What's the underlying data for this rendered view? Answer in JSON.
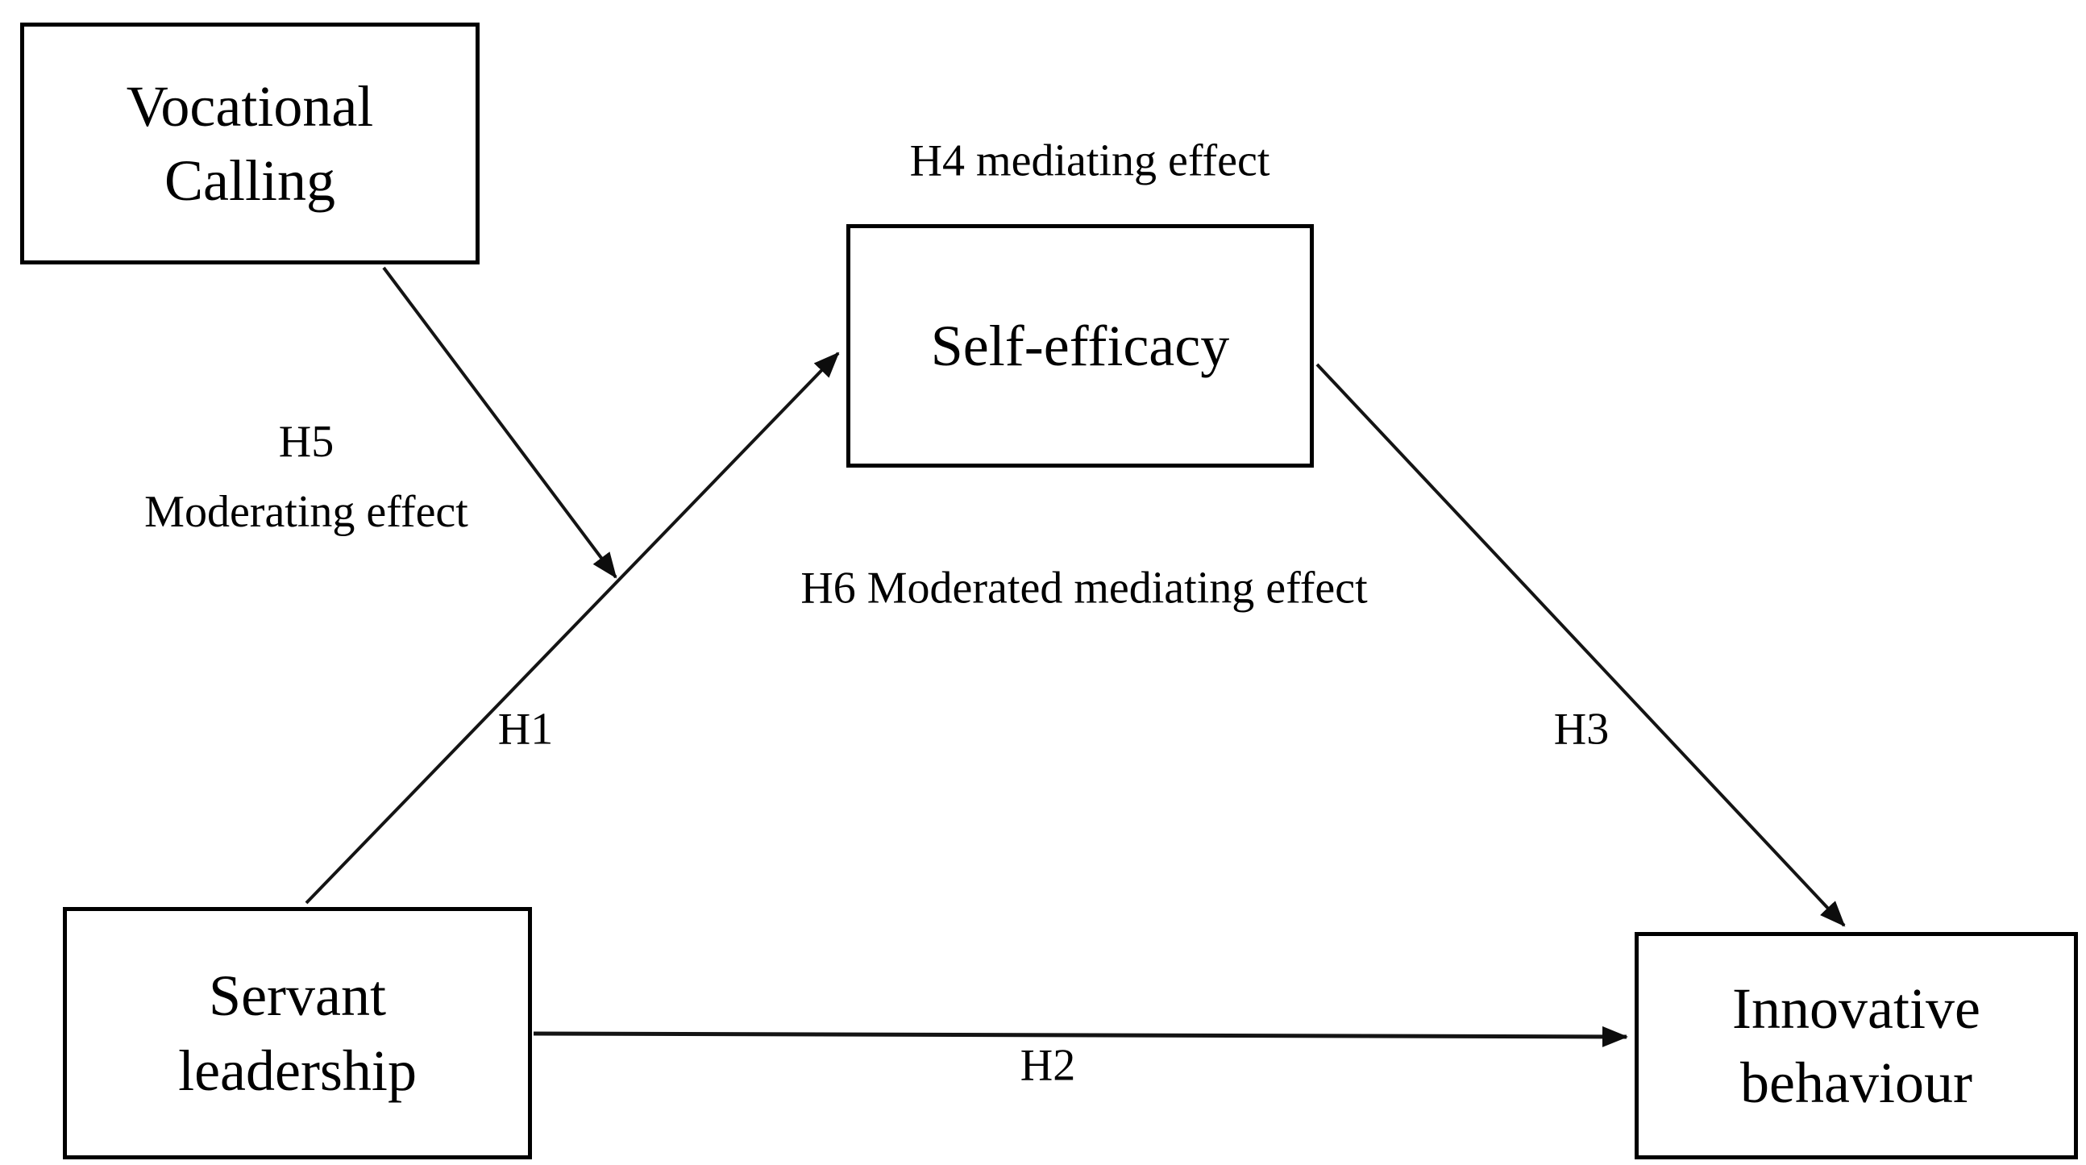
{
  "figure": {
    "background_color": "#ffffff",
    "ink_color": "#000000"
  },
  "boxes": {
    "vocational_calling": {
      "lines": [
        "Vocational",
        "Calling"
      ]
    },
    "self_efficacy": {
      "lines": [
        "Self-efficacy"
      ]
    },
    "servant_leadership": {
      "lines": [
        "Servant",
        "leadership"
      ]
    },
    "innovative_behaviour": {
      "lines": [
        "Innovative",
        "behaviour"
      ]
    }
  },
  "labels": {
    "h1": "H1",
    "h2": "H2",
    "h3": "H3",
    "h4": "H4 mediating effect",
    "h5_line1": "H5",
    "h5_line2": "Moderating effect",
    "h6": "H6 Moderated mediating effect"
  }
}
